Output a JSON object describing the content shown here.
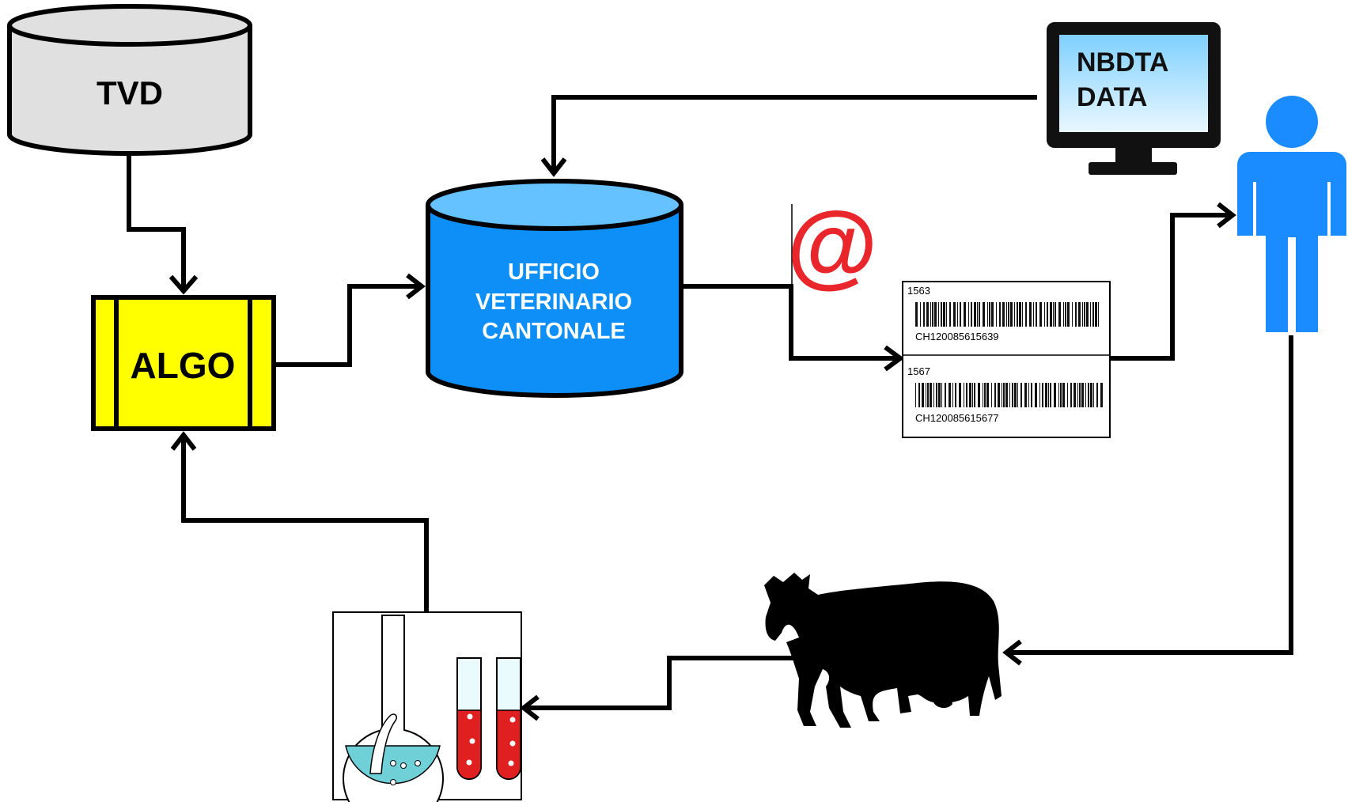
{
  "nodes": {
    "tvd": {
      "label": "TVD"
    },
    "algo": {
      "label": "ALGO"
    },
    "ufficio": {
      "line1": "UFFICIO",
      "line2": "VETERINARIO",
      "line3": "CANTONALE"
    },
    "monitor": {
      "line1": "NBDTA",
      "line2": "DATA"
    },
    "email": {
      "symbol": "@"
    },
    "labels": [
      {
        "number": "1563",
        "code": "CH120085615639"
      },
      {
        "number": "1567",
        "code": "CH120085615677"
      }
    ]
  },
  "colors": {
    "tvd_fill": "#e0e0e0",
    "algo_fill": "#ffff00",
    "ufficio_fill": "#0d8ff7",
    "ufficio_top": "#66c2ff",
    "person": "#1a8cff",
    "email": "#e8262b",
    "liquid": "#6fd0d8",
    "blood": "#e02020"
  },
  "icons": [
    "database-icon",
    "process-icon",
    "monitor-icon",
    "person-icon",
    "email-icon",
    "barcode-icon",
    "cow-icon",
    "lab-flask-icon",
    "test-tube-icon"
  ]
}
